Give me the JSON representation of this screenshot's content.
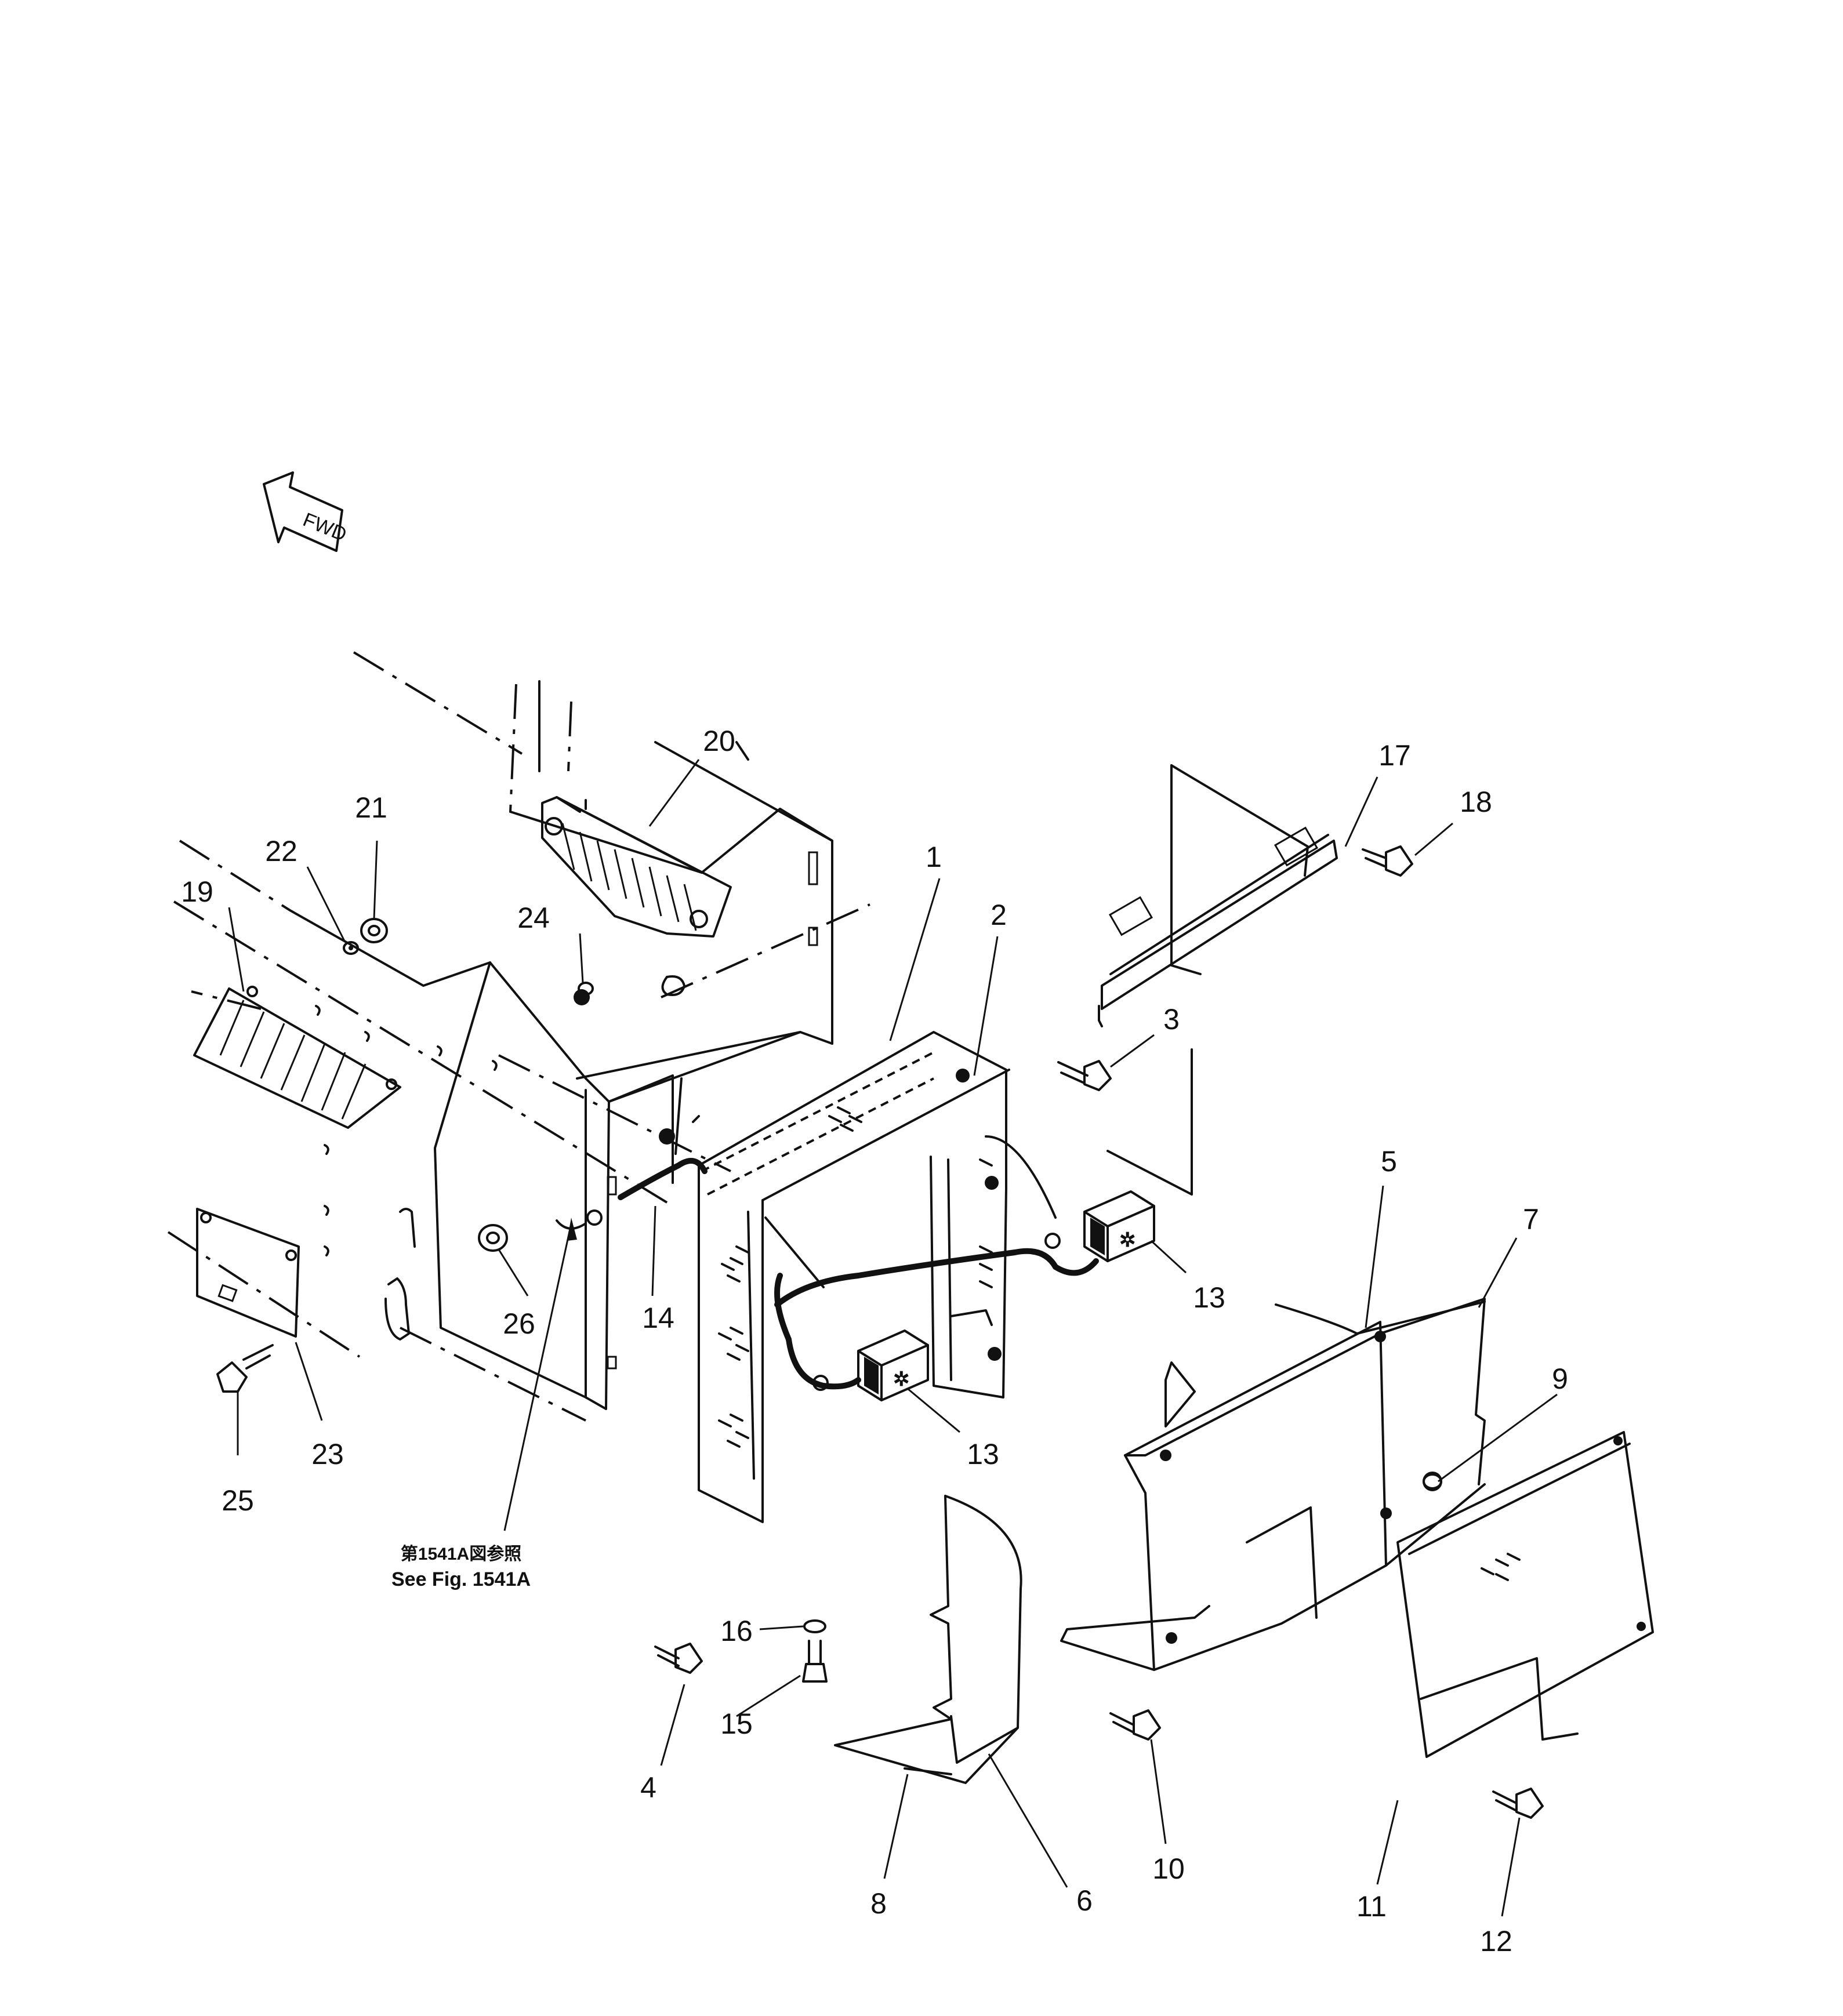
{
  "fwd_label": "FWD",
  "note": {
    "jp": "第1541A図参照",
    "en": "See Fig. 1541A"
  },
  "part_numbers": {
    "p1": "1",
    "p2": "2",
    "p3": "3",
    "p4": "4",
    "p5": "5",
    "p6": "6",
    "p7": "7",
    "p8": "8",
    "p9": "9",
    "p10": "10",
    "p11": "11",
    "p12": "12",
    "p13a": "13",
    "p13b": "13",
    "p14": "14",
    "p15": "15",
    "p16": "16",
    "p17": "17",
    "p18": "18",
    "p19": "19",
    "p20": "20",
    "p21": "21",
    "p22": "22",
    "p23": "23",
    "p24": "24",
    "p25": "25",
    "p26": "26"
  }
}
